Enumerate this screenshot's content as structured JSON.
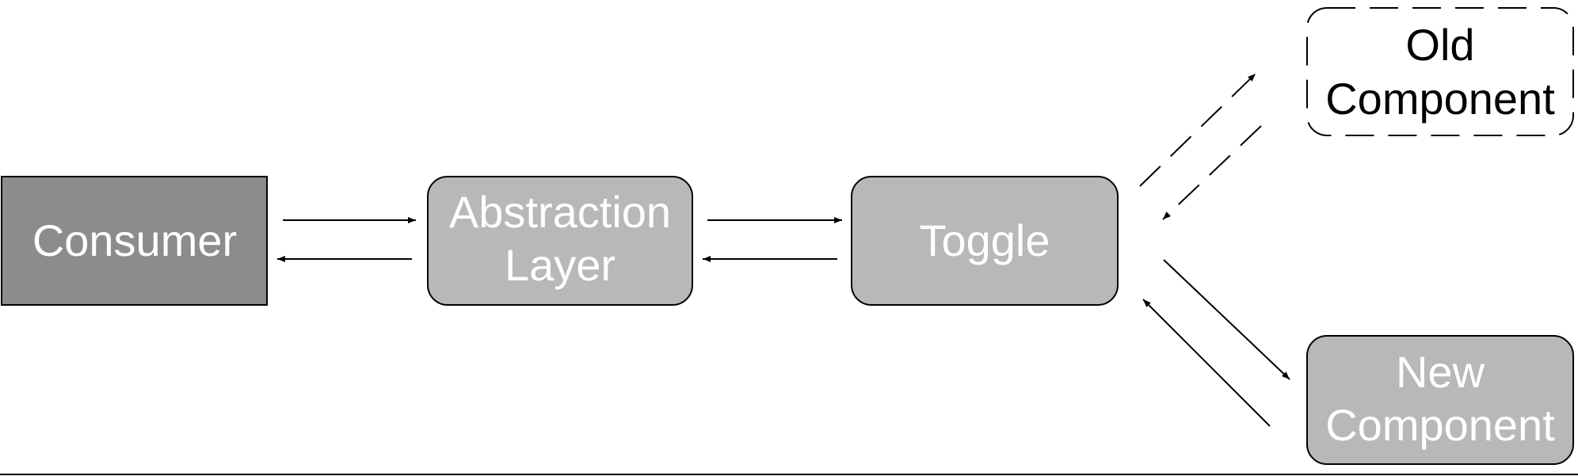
{
  "diagram": {
    "nodes": {
      "consumer": {
        "lines": [
          "Consumer"
        ],
        "fill": "#8c8c8c",
        "text_color": "#ffffff"
      },
      "abstraction": {
        "lines": [
          "Abstraction",
          "Layer"
        ],
        "fill": "#b8b8b8",
        "text_color": "#ffffff"
      },
      "toggle": {
        "lines": [
          "Toggle"
        ],
        "fill": "#b8b8b8",
        "text_color": "#ffffff"
      },
      "old_component": {
        "lines": [
          "Old",
          "Component"
        ],
        "fill": "#ffffff",
        "text_color": "#000000",
        "border": "dashed"
      },
      "new_component": {
        "lines": [
          "New",
          "Component"
        ],
        "fill": "#b8b8b8",
        "text_color": "#ffffff"
      }
    },
    "edges": [
      {
        "from": "consumer",
        "to": "abstraction",
        "style": "solid"
      },
      {
        "from": "abstraction",
        "to": "consumer",
        "style": "solid"
      },
      {
        "from": "abstraction",
        "to": "toggle",
        "style": "solid"
      },
      {
        "from": "toggle",
        "to": "abstraction",
        "style": "solid"
      },
      {
        "from": "toggle",
        "to": "old_component",
        "style": "dashed"
      },
      {
        "from": "old_component",
        "to": "toggle",
        "style": "dashed"
      },
      {
        "from": "toggle",
        "to": "new_component",
        "style": "solid"
      },
      {
        "from": "new_component",
        "to": "toggle",
        "style": "solid"
      }
    ]
  }
}
